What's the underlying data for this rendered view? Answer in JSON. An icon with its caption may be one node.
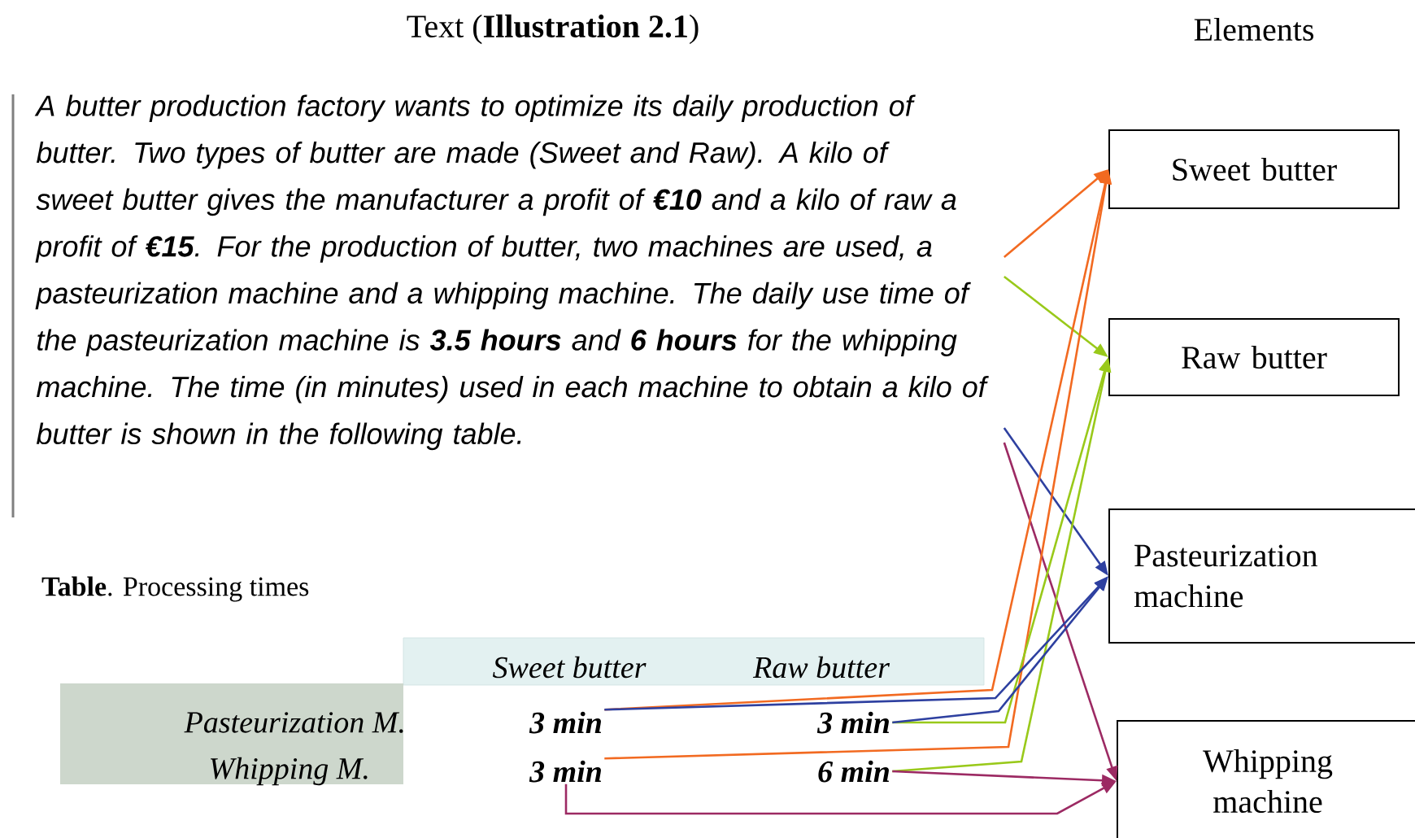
{
  "diagram": {
    "title": "Text (**Illustration 2.1**)",
    "nodes": [
      {
        "text": [
          "A butter production factory wants to optimize its daily production of butter. Two types of butter are made (Sweet and Raw). A kilo of sweet butter gives the manufacturer a profit of **€10** and a kilo of raw a profit of **€15**. For the production of butter, two machines are used, a pasteurization machine and a whipping machine. The daily use time of the pasteurization machine is **3.5 hours** and **6 hours** for the whipping machine. The time (in minutes) used in each machine to obtain a kilo of butter is shown in the following table."
        ]
      },
      {
        "text": [
          "Sweet butter"
        ]
      },
      {
        "text": [
          "Raw butter"
        ]
      },
      {
        "text": [
          "Pasteurization machine"
        ]
      },
      {
        "text": [
          "Whipping machine"
        ]
      },
      {
        "text": [
          "Sweet butter",
          "Raw butter"
        ]
      },
      {
        "text": [
          "Pasteurization M.",
          "Whipping M."
        ]
      },
      {
        "text": [
          "3 min"
        ]
      },
      {
        "text": [
          "3 min"
        ]
      },
      {
        "text": [
          "3 min"
        ]
      },
      {
        "text": [
          "6 min"
        ]
      }
    ],
    "edges": [
      {
        "from": 0,
        "to": 1,
        "arrow": "to",
        "color": "#f26a21"
      },
      {
        "from": 0,
        "to": 2,
        "arrow": "to",
        "color": "#99c91a"
      },
      {
        "from": 0,
        "to": 3,
        "arrow": "to",
        "color": "#2e40a0"
      },
      {
        "from": 0,
        "to": 4,
        "arrow": "to",
        "color": "#9c2a63"
      },
      {
        "from": 7,
        "to": 1,
        "arrow": "to",
        "color": "#f26a21"
      },
      {
        "from": 9,
        "to": 1,
        "arrow": "to",
        "color": "#f26a21"
      },
      {
        "from": 8,
        "to": 2,
        "arrow": "to",
        "color": "#99c91a"
      },
      {
        "from": 10,
        "to": 2,
        "arrow": "to",
        "color": "#99c91a"
      },
      {
        "from": 7,
        "to": 3,
        "arrow": "to",
        "color": "#2e40a0"
      },
      {
        "from": 8,
        "to": 3,
        "arrow": "to",
        "color": "#2e40a0"
      },
      {
        "from": 9,
        "to": 4,
        "arrow": "to",
        "color": "#9c2a63"
      },
      {
        "from": 10,
        "to": 4,
        "arrow": "to",
        "color": "#9c2a63"
      }
    ],
    "labels": [
      "Elements",
      "**Table**. Processing times"
    ]
  }
}
